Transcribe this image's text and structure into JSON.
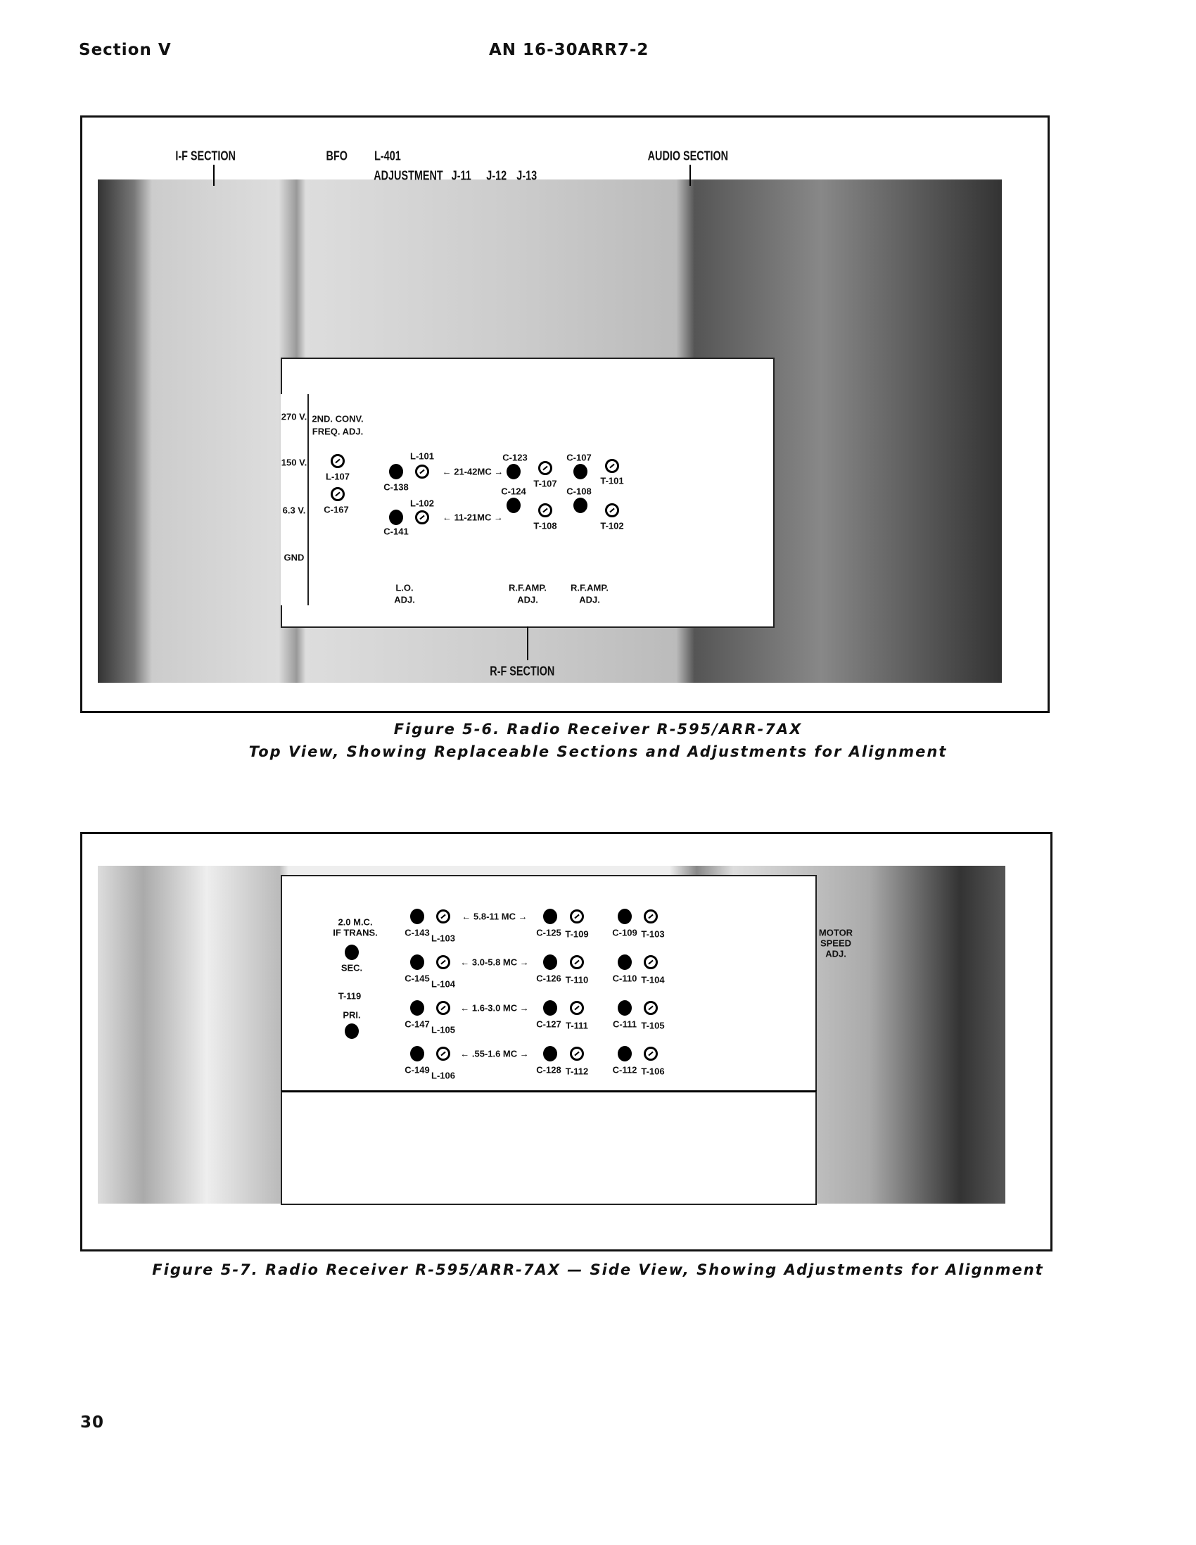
{
  "header": {
    "section": "Section V",
    "doc_id": "AN 16-30ARR7-2"
  },
  "figure_5_6": {
    "callouts": [
      "I-F SECTION",
      "BFO",
      "L-401",
      "ADJUSTMENT",
      "J-11",
      "J-12",
      "J-13",
      "AUDIO SECTION",
      "R-F SECTION"
    ],
    "voltages": [
      "270 V.",
      "150 V.",
      "6.3 V.",
      "GND"
    ],
    "labels": [
      "2ND. CONV.",
      "FREQ. ADJ.",
      "L-107",
      "C-167",
      "L-101",
      "C-138",
      "L-102",
      "C-141",
      "← 21-42MC →",
      "← 11-21MC →",
      "C-123",
      "C-124",
      "T-107",
      "T-108",
      "C-107",
      "C-108",
      "T-101",
      "T-102",
      "L.O.",
      "ADJ.",
      "R.F.AMP.",
      "ADJ.",
      "R.F.AMP.",
      "ADJ."
    ],
    "caption_line1": "Figure 5-6.  Radio Receiver R-595/ARR-7AX",
    "caption_line2": "Top View, Showing Replaceable Sections and Adjustments for Alignment"
  },
  "figure_5_7": {
    "left_labels": [
      "2.0 M.C.",
      "IF TRANS.",
      "SEC.",
      "T-119",
      "PRI."
    ],
    "rows": [
      {
        "c1": "C-143",
        "l": "L-103",
        "band": "← 5.8-11 MC →",
        "c2": "C-125",
        "t1": "T-109",
        "c3": "C-109",
        "t2": "T-103"
      },
      {
        "c1": "C-145",
        "l": "L-104",
        "band": "← 3.0-5.8 MC →",
        "c2": "C-126",
        "t1": "T-110",
        "c3": "C-110",
        "t2": "T-104"
      },
      {
        "c1": "C-147",
        "l": "L-105",
        "band": "← 1.6-3.0 MC →",
        "c2": "C-127",
        "t1": "T-111",
        "c3": "C-111",
        "t2": "T-105"
      },
      {
        "c1": "C-149",
        "l": "L-106",
        "band": "← .55-1.6 MC →",
        "c2": "C-128",
        "t1": "T-112",
        "c3": "C-112",
        "t2": "T-106"
      }
    ],
    "motor": [
      "MOTOR",
      "SPEED",
      "ADJ."
    ],
    "caption": "Figure 5-7.  Radio Receiver R-595/ARR-7AX — Side View, Showing Adjustments for Alignment"
  },
  "page_number": "30"
}
